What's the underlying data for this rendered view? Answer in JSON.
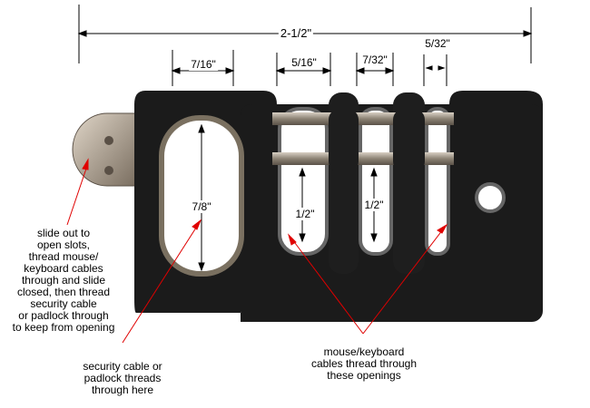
{
  "dimensions": {
    "overall_width": "2-1/2\"",
    "large_opening_width": "7/16\"",
    "slot_width": "5/16\"",
    "finger_width": "7/32\"",
    "narrow_slot_width": "5/32\"",
    "large_opening_height": "7/8\"",
    "slot_height_1": "1/2\"",
    "slot_height_2": "1/2\""
  },
  "notes": {
    "slide": "slide out to\nopen slots,\nthread mouse/\nkeyboard cables\nthrough and slide\nclosed, then thread\nsecurity cable\nor padlock through\nto keep from opening",
    "security": "security cable or\npadlock threads\nthrough here",
    "cables": "mouse/keyboard\ncables thread through\nthese openings"
  },
  "colors": {
    "body": "#1a1a1a",
    "metal": "#9a8f80",
    "arrow": "#e00000"
  }
}
